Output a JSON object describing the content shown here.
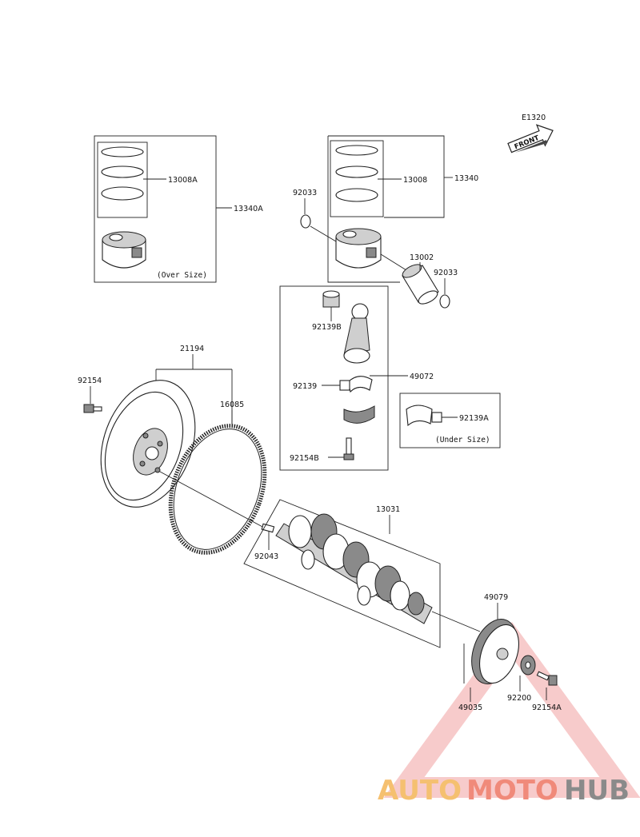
{
  "diagram_code": "E1320",
  "front_label": "FRONT",
  "parts": {
    "ring_set_oversize": "13008A",
    "piston_oversize_assy": "13340A",
    "over_size_note": "(Over Size)",
    "ring_set": "13008",
    "piston_assy": "13340",
    "circlip_left": "92033",
    "piston_pin": "13002",
    "circlip_right": "92033",
    "small_end_bushing": "92139B",
    "con_rod_assy": "49072",
    "bearing_standard": "92139",
    "rod_bolt": "92154B",
    "bearing_undersize": "92139A",
    "under_size_note": "(Under Size)",
    "flywheel_assy": "21194",
    "flywheel_bolt": "92154",
    "ring_gear": "16085",
    "dowel_pin": "92043",
    "crankshaft": "13031",
    "damper_pulley": "49079",
    "key": "49035",
    "washer": "92200",
    "pulley_bolt": "92154A"
  },
  "watermark": {
    "part1": "AUTO",
    "part2": "MOTO",
    "part3": "HUB",
    "colors": {
      "auto": "#f5c070",
      "moto": "#f08a7a",
      "hub": "#8a8a8a",
      "triangle": "#f0a0a0"
    }
  }
}
